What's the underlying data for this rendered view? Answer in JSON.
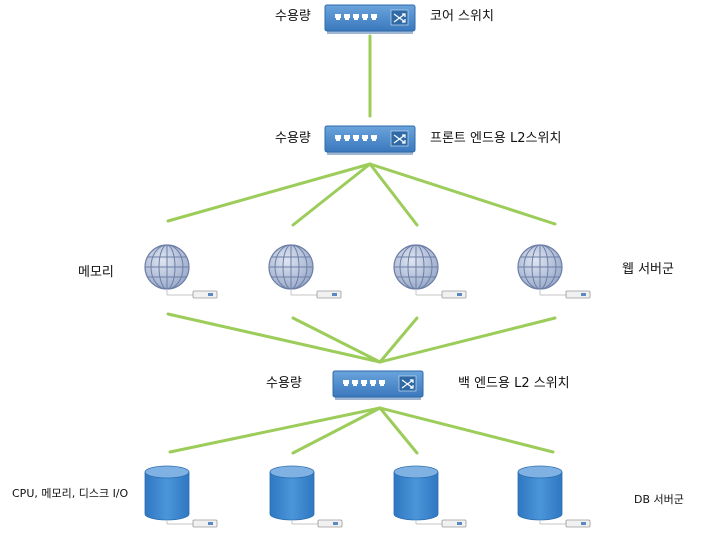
{
  "colors": {
    "link": "#9ccc5a",
    "switch_fill": "#4f8fcd",
    "switch_dark": "#2e6aa8",
    "globe_fill": "#a9b6d3",
    "globe_line": "#6d7fa6",
    "db_fill": "#3c86cf",
    "db_top": "#7fb2e3"
  },
  "core_switch": {
    "capacity_label": "수용량",
    "name": "코어 스위치",
    "icon": "network-switch-icon"
  },
  "front_switch": {
    "capacity_label": "수용량",
    "name": "프론트 엔드용 L2스위치",
    "icon": "network-switch-icon"
  },
  "web_servers": {
    "left_label": "메모리",
    "group_label": "웹 서버군",
    "count": 4,
    "icon": "globe-server-icon"
  },
  "back_switch": {
    "capacity_label": "수용량",
    "name": "백 엔드용 L2 스위치",
    "icon": "network-switch-icon"
  },
  "db_servers": {
    "left_label": "CPU, 메모리, 디스크 I/O",
    "group_label": "DB 서버군",
    "count": 4,
    "icon": "database-cylinder-icon"
  }
}
